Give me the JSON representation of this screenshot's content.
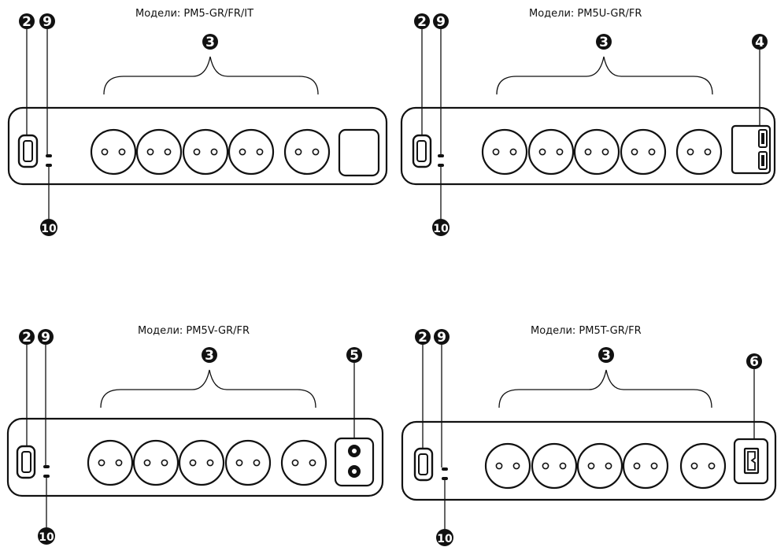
{
  "panels": [
    {
      "title": "Модели: PM5-GR/FR/IT",
      "callouts": {
        "switch": "2",
        "led_top": "9",
        "sockets": "3",
        "led_bottom": "10",
        "module": ""
      },
      "module_type": "blank"
    },
    {
      "title": "Модели: PM5U-GR/FR",
      "callouts": {
        "switch": "2",
        "led_top": "9",
        "sockets": "3",
        "led_bottom": "10",
        "module": "4"
      },
      "module_type": "usb"
    },
    {
      "title": "Модели: PM5V-GR/FR",
      "callouts": {
        "switch": "2",
        "led_top": "9",
        "sockets": "3",
        "led_bottom": "10",
        "module": "5"
      },
      "module_type": "coax"
    },
    {
      "title": "Модели: PM5T-GR/FR",
      "callouts": {
        "switch": "2",
        "led_top": "9",
        "sockets": "3",
        "led_bottom": "10",
        "module": "6"
      },
      "module_type": "rj"
    }
  ],
  "colors": {
    "stroke": "#111111",
    "badge": "#111111",
    "background": "#ffffff"
  }
}
